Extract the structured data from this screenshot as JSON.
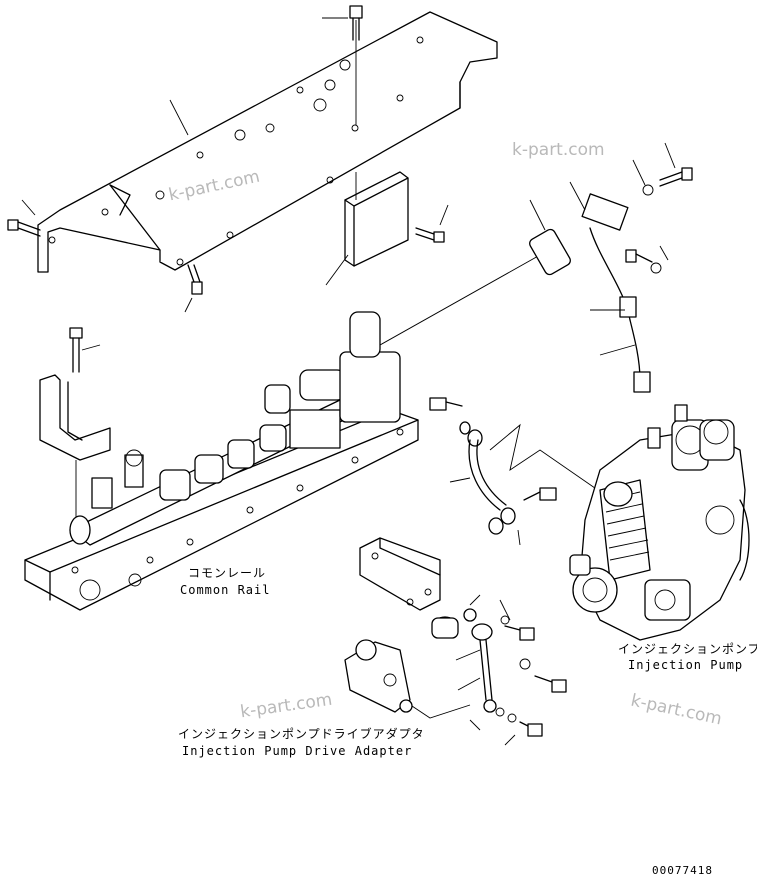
{
  "labels": {
    "common_rail_jp": "コモンレール",
    "common_rail_en": "Common Rail",
    "injection_pump_jp": "インジェクションポンプ",
    "injection_pump_en": "Injection Pump",
    "drive_adapter_jp": "インジェクションポンプドライブアダプタ",
    "drive_adapter_en": "Injection Pump Drive Adapter"
  },
  "watermarks": [
    "k-part.com",
    "k-part.com",
    "k-part.com",
    "k-part.com"
  ],
  "drawing_number": "00077418"
}
